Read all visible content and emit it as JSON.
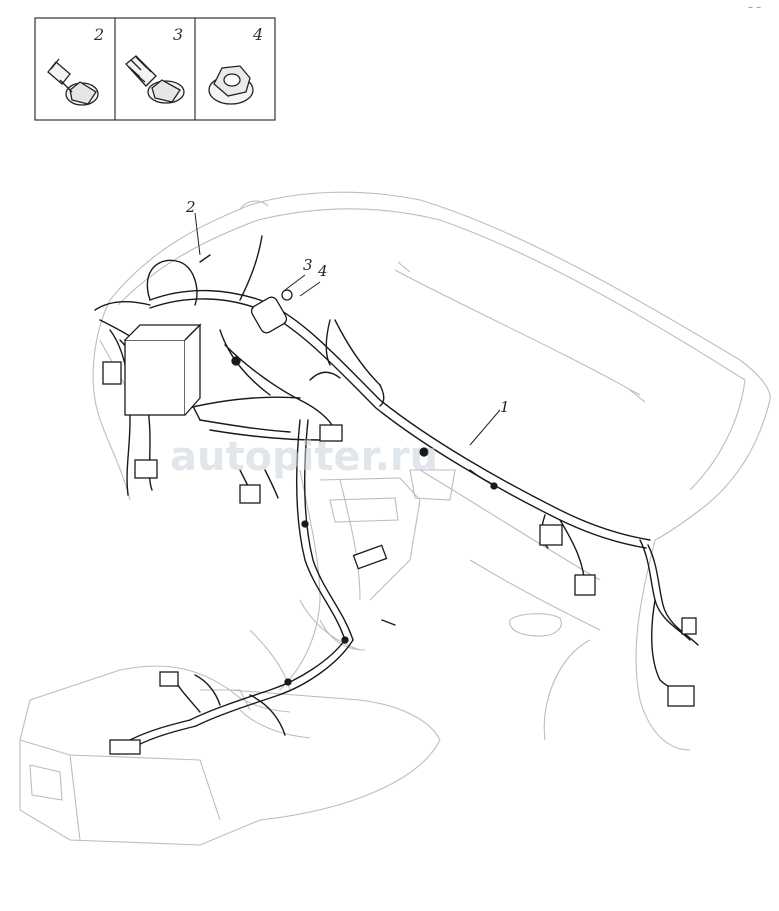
{
  "parts_panel": {
    "cells": [
      {
        "number": "2",
        "part": "flange-bolt"
      },
      {
        "number": "3",
        "part": "threaded-bolt"
      },
      {
        "number": "4",
        "part": "hex-flange-nut"
      }
    ]
  },
  "callouts": {
    "harness": "1",
    "bolt": "2",
    "bolt2": "3",
    "nut": "4"
  },
  "watermark": "autopiter.ru",
  "corner_mark": "– –"
}
